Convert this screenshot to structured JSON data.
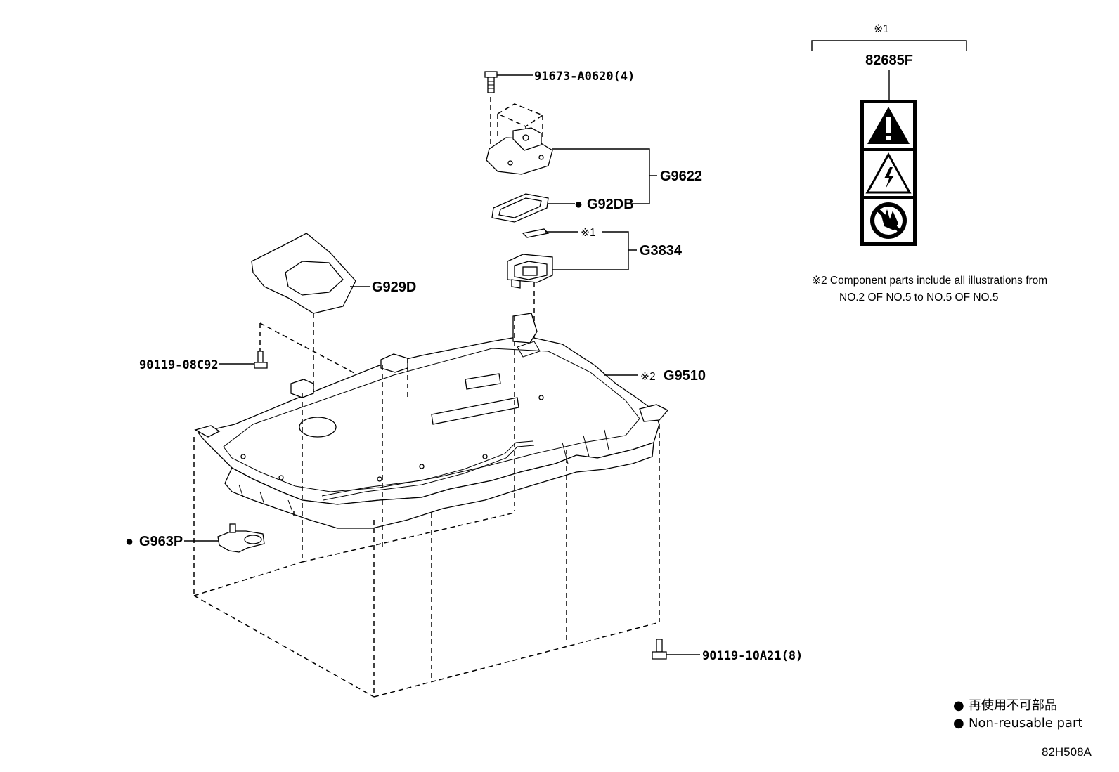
{
  "callouts": {
    "bolt_top": "91673-A0620(4)",
    "g9622": "G9622",
    "g92db": "G92DB",
    "g92db_mark": "●",
    "ref1": "※1",
    "g3834": "G3834",
    "g929d": "G929D",
    "bolt_left": "90119-08C92",
    "g9510_mark": "※2",
    "g9510": "G9510",
    "g963p": "G963P",
    "g963p_mark": "●",
    "bolt_bottom": "90119-10A21(8)"
  },
  "label_box": {
    "ref": "※1",
    "part": "82685F"
  },
  "note": {
    "line1": "※2 Component parts include all illustrations from",
    "line2": "NO.2 OF NO.5 to NO.5 OF NO.5"
  },
  "legend": {
    "mark": "●",
    "ja": "再使用不可部品",
    "en": "Non-reusable part"
  },
  "figure_code": "82H508A"
}
